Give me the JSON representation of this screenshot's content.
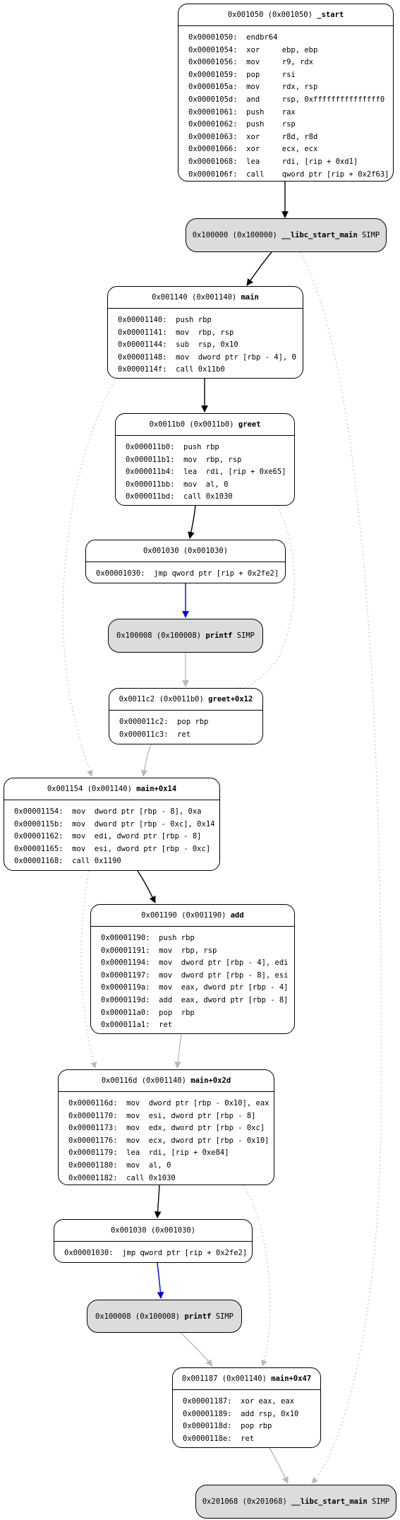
{
  "nodes": {
    "start": {
      "addr": "0x001050 (0x001050)",
      "name": "_start",
      "tag": "",
      "lines": [
        "0x00001050:  endbr64",
        "0x00001054:  xor     ebp, ebp",
        "0x00001056:  mov     r9, rdx",
        "0x00001059:  pop     rsi",
        "0x0000105a:  mov     rdx, rsp",
        "0x0000105d:  and     rsp, 0xfffffffffffffff0",
        "0x00001061:  push    rax",
        "0x00001062:  push    rsp",
        "0x00001063:  xor     r8d, r8d",
        "0x00001066:  xor     ecx, ecx",
        "0x00001068:  lea     rdi, [rip + 0xd1]",
        "0x0000106f:  call    qword ptr [rip + 0x2f63]"
      ]
    },
    "libc1": {
      "addr": "0x100000 (0x100000)",
      "name": "__libc_start_main",
      "tag": "SIMP"
    },
    "main": {
      "addr": "0x001140 (0x001140)",
      "name": "main",
      "tag": "",
      "lines": [
        "0x00001140:  push rbp",
        "0x00001141:  mov  rbp, rsp",
        "0x00001144:  sub  rsp, 0x10",
        "0x00001148:  mov  dword ptr [rbp - 4], 0",
        "0x0000114f:  call 0x11b0"
      ]
    },
    "greet": {
      "addr": "0x0011b0 (0x0011b0)",
      "name": "greet",
      "tag": "",
      "lines": [
        "0x000011b0:  push rbp",
        "0x000011b1:  mov  rbp, rsp",
        "0x000011b4:  lea  rdi, [rip + 0xe65]",
        "0x000011bb:  mov  al, 0",
        "0x000011bd:  call 0x1030"
      ]
    },
    "plt1": {
      "addr": "0x001030 (0x001030)",
      "name": "",
      "tag": "",
      "lines": [
        "0x00001030:  jmp qword ptr [rip + 0x2fe2]"
      ]
    },
    "printf1": {
      "addr": "0x100008 (0x100008)",
      "name": "printf",
      "tag": "SIMP"
    },
    "greet12": {
      "addr": "0x0011c2 (0x0011b0)",
      "name": "greet+0x12",
      "tag": "",
      "lines": [
        "0x000011c2:  pop rbp",
        "0x000011c3:  ret"
      ]
    },
    "main14": {
      "addr": "0x001154 (0x001140)",
      "name": "main+0x14",
      "tag": "",
      "lines": [
        "0x00001154:  mov  dword ptr [rbp - 8], 0xa",
        "0x0000115b:  mov  dword ptr [rbp - 0xc], 0x14",
        "0x00001162:  mov  edi, dword ptr [rbp - 8]",
        "0x00001165:  mov  esi, dword ptr [rbp - 0xc]",
        "0x00001168:  call 0x1190"
      ]
    },
    "add": {
      "addr": "0x001190 (0x001190)",
      "name": "add",
      "tag": "",
      "lines": [
        "0x00001190:  push rbp",
        "0x00001191:  mov  rbp, rsp",
        "0x00001194:  mov  dword ptr [rbp - 4], edi",
        "0x00001197:  mov  dword ptr [rbp - 8], esi",
        "0x0000119a:  mov  eax, dword ptr [rbp - 4]",
        "0x0000119d:  add  eax, dword ptr [rbp - 8]",
        "0x000011a0:  pop  rbp",
        "0x000011a1:  ret"
      ]
    },
    "main2d": {
      "addr": "0x00116d (0x001140)",
      "name": "main+0x2d",
      "tag": "",
      "lines": [
        "0x0000116d:  mov  dword ptr [rbp - 0x10], eax",
        "0x00001170:  mov  esi, dword ptr [rbp - 8]",
        "0x00001173:  mov  edx, dword ptr [rbp - 0xc]",
        "0x00001176:  mov  ecx, dword ptr [rbp - 0x10]",
        "0x00001179:  lea  rdi, [rip + 0xe84]",
        "0x00001180:  mov  al, 0",
        "0x00001182:  call 0x1030"
      ]
    },
    "plt2": {
      "addr": "0x001030 (0x001030)",
      "name": "",
      "tag": "",
      "lines": [
        "0x00001030:  jmp qword ptr [rip + 0x2fe2]"
      ]
    },
    "printf2": {
      "addr": "0x100008 (0x100008)",
      "name": "printf",
      "tag": "SIMP"
    },
    "main47": {
      "addr": "0x001187 (0x001140)",
      "name": "main+0x47",
      "tag": "",
      "lines": [
        "0x00001187:  xor eax, eax",
        "0x00001189:  add rsp, 0x10",
        "0x0000118d:  pop rbp",
        "0x0000118e:  ret"
      ]
    },
    "libc2": {
      "addr": "0x201068 (0x201068)",
      "name": "__libc_start_main",
      "tag": "SIMP"
    }
  },
  "edge_colors": {
    "call": "#000000",
    "jump": "#0000dd",
    "return": "#bbbbbb",
    "fake_return": "#bbbbbb"
  }
}
